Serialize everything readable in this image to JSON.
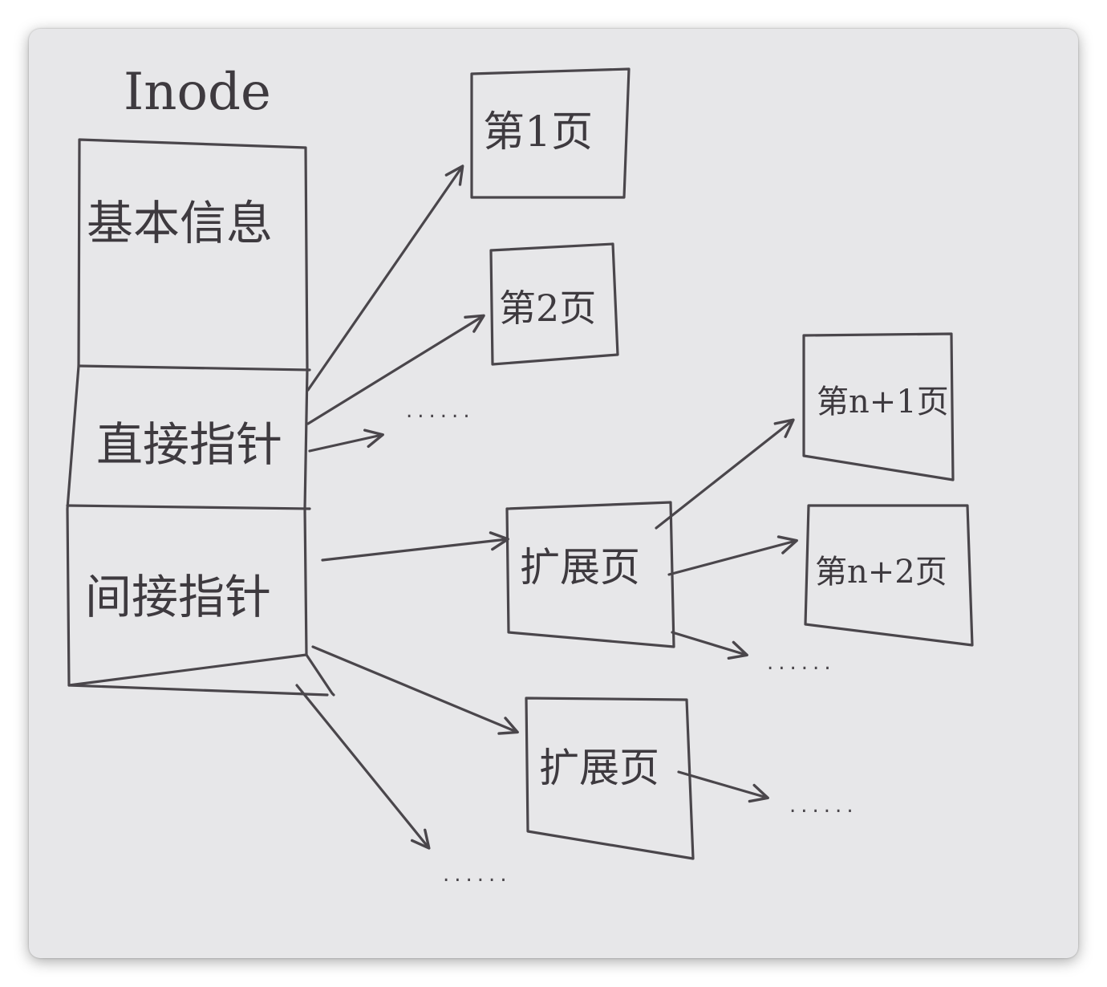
{
  "diagram": {
    "title": "Inode",
    "inode_sections": {
      "basic_info": "基本信息",
      "direct_pointer": "直接指针",
      "indirect_pointer": "间接指针"
    },
    "pages": {
      "page_1": "第1页",
      "page_2": "第2页",
      "page_n1": "第n+1页",
      "page_n2": "第n+2页"
    },
    "extension_pages": {
      "ext_1": "扩展页",
      "ext_2": "扩展页"
    },
    "ellipses": {
      "direct_more": "......",
      "ext1_more": "......",
      "ext2_more": "......",
      "indirect_more": "......"
    },
    "colors": {
      "paper": "#e7e7e9",
      "ink": "#4a464b"
    }
  }
}
